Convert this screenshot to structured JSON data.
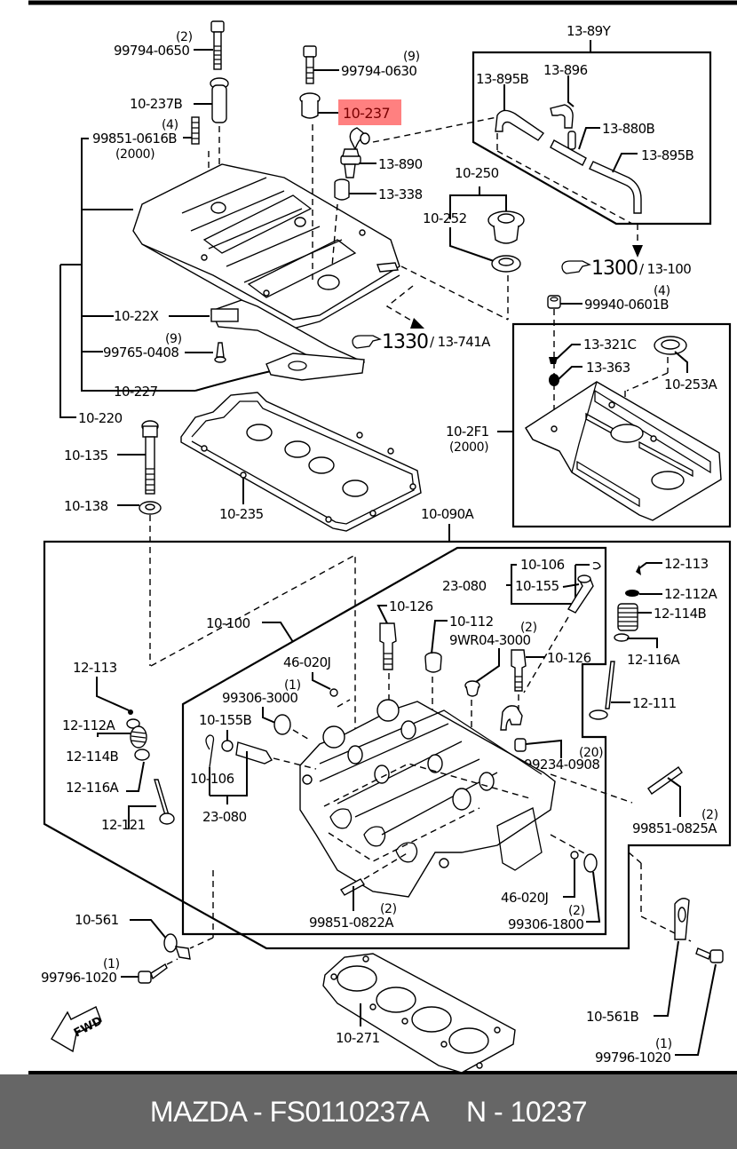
{
  "diagram": {
    "highlight_color": "#ff8080",
    "highlighted_part": "10-237",
    "labels": {
      "p99794_0650": "99794-0650",
      "q99794_0650": "(2)",
      "p99794_0630": "99794-0630",
      "q99794_0630": "(9)",
      "p10_237B": "10-237B",
      "p10_237": "10-237",
      "p99851_0616B": "99851-0616B",
      "q99851_0616B": "(4)",
      "y99851_0616B": "(2000)",
      "p13_890": "13-890",
      "p13_338": "13-338",
      "p13_89Y": "13-89Y",
      "p13_895B_a": "13-895B",
      "p13_896": "13-896",
      "p13_880B": "13-880B",
      "p13_895B_b": "13-895B",
      "p10_250": "10-250",
      "p10_252": "10-252",
      "ref1300_num": "1300",
      "ref1300_part": "/ 13-100",
      "p99940_0601B": "99940-0601B",
      "q99940_0601B": "(4)",
      "p10_22X": "10-22X",
      "p99765_0408": "99765-0408",
      "q99765_0408": "(9)",
      "p10_227": "10-227",
      "p10_220": "10-220",
      "ref1330_num": "1330",
      "ref1330_part": "/ 13-741A",
      "p13_321C": "13-321C",
      "p13_363": "13-363",
      "p10_253A": "10-253A",
      "p10_2F1": "10-2F1",
      "y10_2F1": "(2000)",
      "p10_135": "10-135",
      "p10_138": "10-138",
      "p10_235": "10-235",
      "p10_090A": "10-090A",
      "p10_106_a": "10-106",
      "p23_080_a": "23-080",
      "p10_155": "10-155",
      "p12_113_r": "12-113",
      "p12_112A_r": "12-112A",
      "p12_114B_r": "12-114B",
      "p12_116A_r": "12-116A",
      "p12_111": "12-111",
      "p10_100": "10-100",
      "p10_126_a": "10-126",
      "p10_112": "10-112",
      "p9WR04_3000": "9WR04-3000",
      "q9WR04_3000": "(2)",
      "p10_126_b": "10-126",
      "p12_113_l": "12-113",
      "p12_112A_l": "12-112A",
      "p12_114B_l": "12-114B",
      "p12_116A_l": "12-116A",
      "p12_121": "12-121",
      "p46_020J_a": "46-020J",
      "q46_020J_a": "(1)",
      "p99306_3000": "99306-3000",
      "p10_155B": "10-155B",
      "p10_106_b": "10-106",
      "p23_080_b": "23-080",
      "p99234_0908": "99234-0908",
      "q99234_0908": "(20)",
      "p99851_0825A": "99851-0825A",
      "q99851_0825A": "(2)",
      "p99851_0822A": "99851-0822A",
      "q99851_0822A": "(2)",
      "p46_020J_b": "46-020J",
      "p99306_1800": "99306-1800",
      "q99306_1800": "(2)",
      "p10_561": "10-561",
      "p99796_1020_l": "99796-1020",
      "q99796_1020_l": "(1)",
      "fwd": "FWD",
      "p10_271": "10-271",
      "p10_561B": "10-561B",
      "p99796_1020_r": "99796-1020",
      "q99796_1020_r": "(1)"
    }
  },
  "footer": {
    "brand_part": "MAZDA - FS0110237A",
    "ref_number": "N - 10237"
  }
}
